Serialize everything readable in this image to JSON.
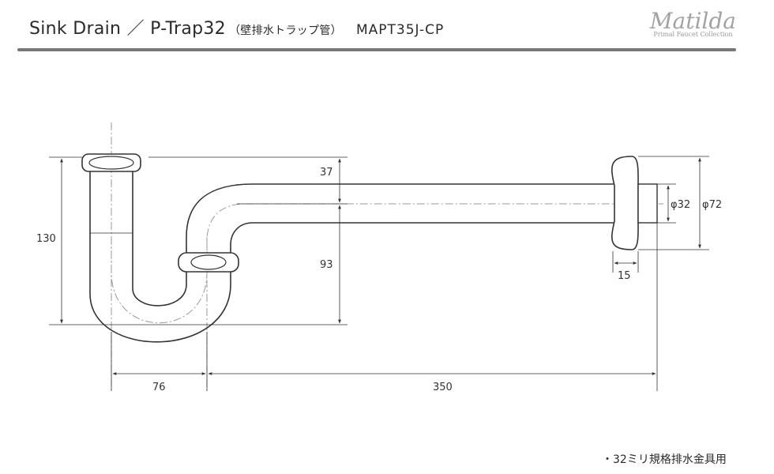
{
  "header": {
    "title_main": "Sink Drain ／ P-Trap32",
    "title_sub": "（壁排水トラップ管）",
    "model_code": "MAPT35J-CP",
    "brand_logo": "Matilda",
    "brand_tagline": "Primal Faucet Collection"
  },
  "dimensions": {
    "overall_height": "130",
    "top_offset": "37",
    "trap_height": "93",
    "trap_width": "76",
    "horizontal_length": "350",
    "flange_thickness": "15",
    "pipe_diameter": "φ32",
    "flange_diameter": "φ72"
  },
  "footer": {
    "note": "・32ミリ規格排水金具用"
  },
  "colors": {
    "line": "#333333",
    "centerline": "#999999",
    "rule": "#777777"
  }
}
